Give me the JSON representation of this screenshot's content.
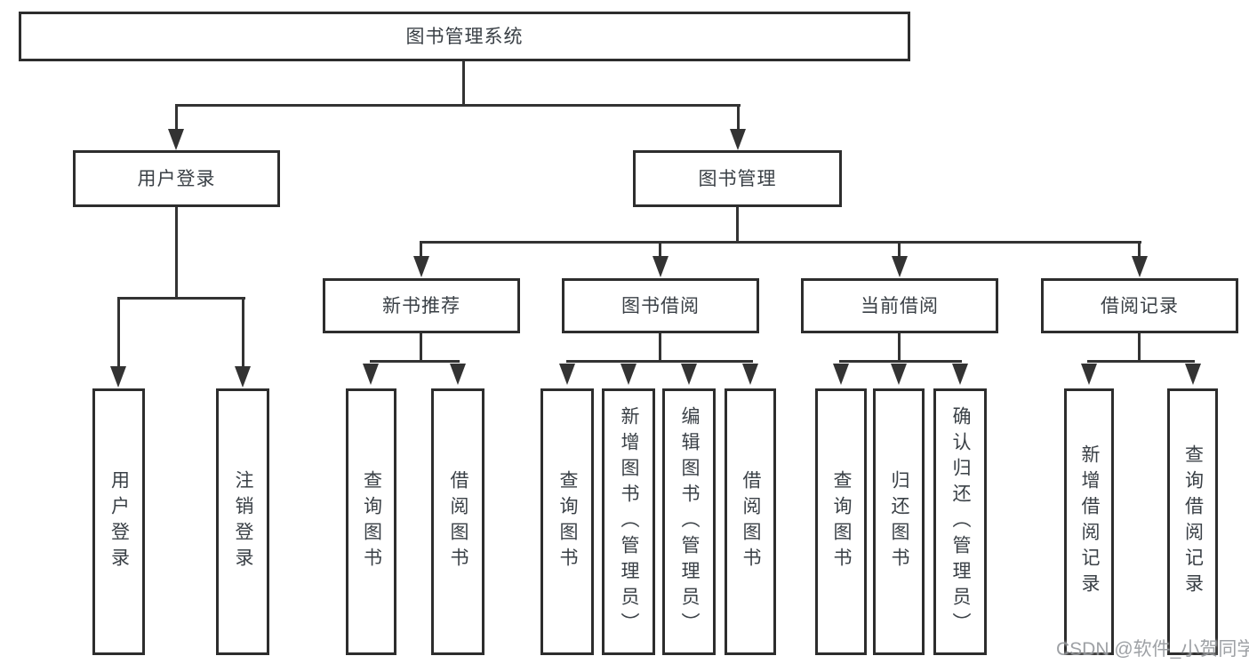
{
  "root": {
    "label": "图书管理系统"
  },
  "branches": [
    {
      "label": "用户登录",
      "leaves": [
        {
          "label": "用户登录"
        },
        {
          "label": "注销登录"
        }
      ]
    },
    {
      "label": "图书管理",
      "subbranches": [
        {
          "label": "新书推荐",
          "leaves": [
            {
              "label": "查询图书"
            },
            {
              "label": "借阅图书"
            }
          ]
        },
        {
          "label": "图书借阅",
          "leaves": [
            {
              "label": "查询图书"
            },
            {
              "label": "新增图书（管理员）"
            },
            {
              "label": "编辑图书（管理员）"
            },
            {
              "label": "借阅图书"
            }
          ]
        },
        {
          "label": "当前借阅",
          "leaves": [
            {
              "label": "查询图书"
            },
            {
              "label": "归还图书"
            },
            {
              "label": "确认归还（管理员）"
            }
          ]
        },
        {
          "label": "借阅记录",
          "leaves": [
            {
              "label": "新增借阅记录"
            },
            {
              "label": "查询借阅记录"
            }
          ]
        }
      ]
    }
  ],
  "watermark": {
    "text": "CSDN @软件_小贺同学"
  },
  "colors": {
    "line": "#333333",
    "box_border": "#2d2d2d",
    "text": "#3a4046",
    "watermark": "#919498",
    "background": "#ffffff"
  }
}
